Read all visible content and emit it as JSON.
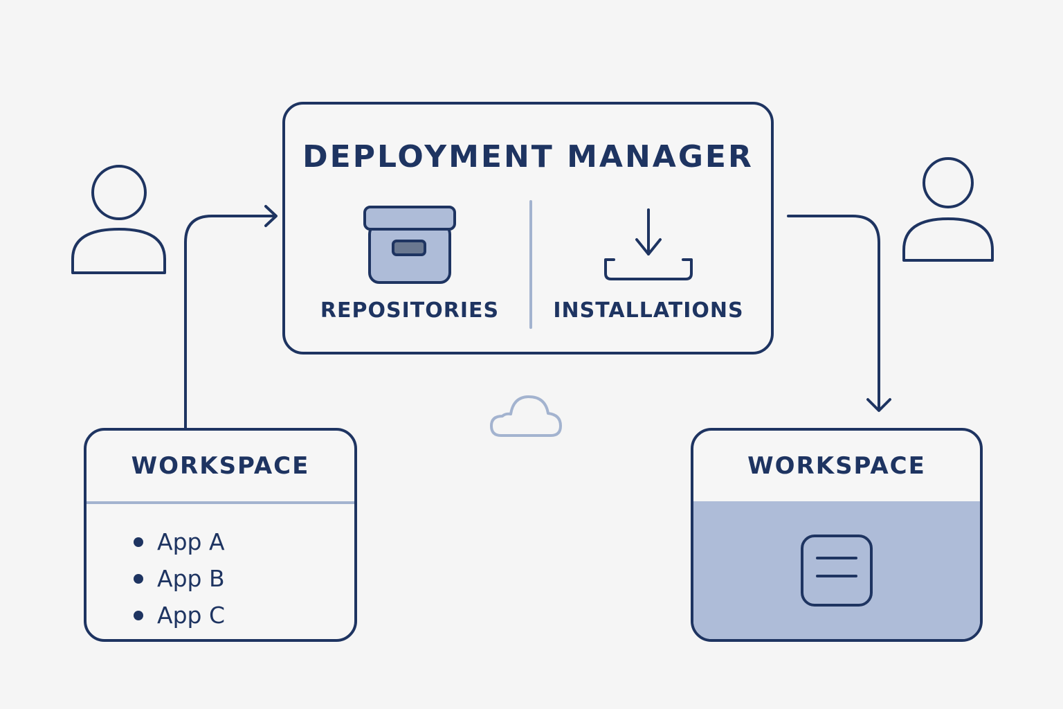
{
  "diagram": {
    "deployment_manager": {
      "title": "DEPLOYMENT MANAGER",
      "sections": [
        {
          "label": "REPOSITORIES",
          "icon": "archive-box-icon"
        },
        {
          "label": "INSTALLATIONS",
          "icon": "download-tray-icon"
        }
      ]
    },
    "workspace_left": {
      "title": "WORKSPACE",
      "apps": [
        "App A",
        "App B",
        "App C"
      ]
    },
    "workspace_right": {
      "title": "WORKSPACE",
      "icon": "document-lines-icon"
    },
    "actors": [
      {
        "icon": "user-icon",
        "position": "left"
      },
      {
        "icon": "user-icon",
        "position": "right"
      }
    ],
    "edges": [
      {
        "from": "workspace_left",
        "to": "deployment_manager"
      },
      {
        "from": "deployment_manager",
        "to": "workspace_right"
      }
    ],
    "decorations": [
      "cloud-icon"
    ],
    "colors": {
      "primary": "#1e3461",
      "accent_fill": "#aebcd8",
      "divider": "#a3b3cf",
      "background": "#f5f5f5"
    }
  }
}
